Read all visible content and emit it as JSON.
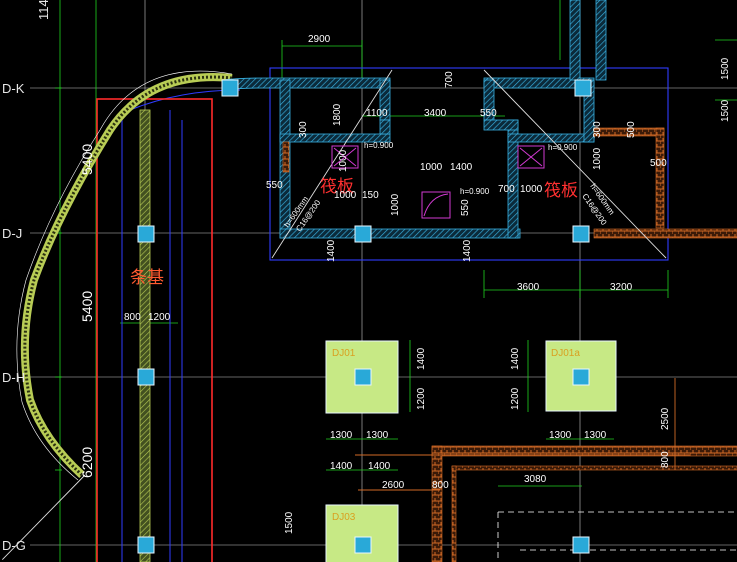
{
  "axes": [
    {
      "label": "D-K"
    },
    {
      "label": "D-J"
    },
    {
      "label": "D-H"
    },
    {
      "label": "D-G"
    }
  ],
  "top_fragment": "114",
  "left_dims": [
    "5400",
    "5400",
    "6200"
  ],
  "slab_labels": [
    "筏板",
    "筏板"
  ],
  "strip_label": "条基",
  "footings": [
    {
      "tag": "DJ01"
    },
    {
      "tag": "DJ01a"
    },
    {
      "tag": "DJ03"
    }
  ],
  "dims": {
    "d2900": "2900",
    "d700": "700",
    "d1500a": "1500",
    "d1500b": "1500",
    "d1500c": "1500",
    "d1300a": "1300",
    "d1300b": "1300",
    "d1300c": "1300",
    "d1300d": "1300",
    "d1800": "1800",
    "d1100": "1100",
    "d3400": "3400",
    "d550a": "550",
    "d550b": "550",
    "d550c": "550",
    "d300a": "300",
    "d300b": "300",
    "d500a": "500",
    "d500b": "500",
    "d1000a": "1000",
    "d1000b": "1000",
    "d1000c": "1000",
    "d1000d": "1000",
    "d1000e": "1000",
    "d1000f": "1000",
    "d1400a": "1400",
    "d1400b": "1400",
    "d1400c": "1400",
    "d1400d": "1400",
    "d1400e": "1400",
    "d1400f": "1400",
    "d150": "150",
    "d700b": "700",
    "d3600": "3600",
    "d3200": "3200",
    "d800a": "800",
    "d1200a": "1200",
    "d1200b": "1200",
    "d1200c": "1200",
    "d2500": "2500",
    "d800b": "800",
    "d800c": "800",
    "d2600": "2600",
    "d3080": "3080"
  },
  "notes": {
    "h0900a": "h=0.900",
    "h0900b": "h=0.900",
    "h0900c": "h=0.900",
    "slab_left": "h=600mm",
    "rebar_left": "C16@200",
    "slab_right": "h=600mm",
    "rebar_right": "C16@200"
  }
}
